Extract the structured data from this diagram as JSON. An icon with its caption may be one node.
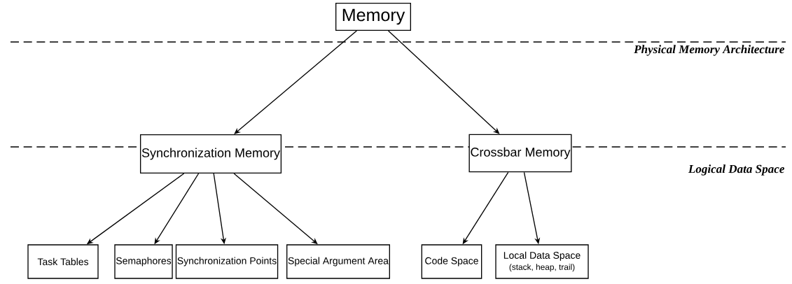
{
  "diagram": {
    "nodes": [
      {
        "text": [
          "Memory"
        ]
      },
      {
        "text": [
          "Synchronization Memory"
        ]
      },
      {
        "text": [
          "Crossbar Memory"
        ]
      },
      {
        "text": [
          "Task Tables"
        ]
      },
      {
        "text": [
          "Semaphores"
        ]
      },
      {
        "text": [
          "Synchronization Points"
        ]
      },
      {
        "text": [
          "Special Argument Area"
        ]
      },
      {
        "text": [
          "Code Space"
        ]
      },
      {
        "text": [
          "Local Data Space",
          "(stack, heap, trail)"
        ]
      }
    ],
    "edges": [
      {
        "from": 0,
        "to": 1,
        "arrow": "to"
      },
      {
        "from": 0,
        "to": 2,
        "arrow": "to"
      },
      {
        "from": 1,
        "to": 3,
        "arrow": "to"
      },
      {
        "from": 1,
        "to": 4,
        "arrow": "to"
      },
      {
        "from": 1,
        "to": 5,
        "arrow": "to"
      },
      {
        "from": 1,
        "to": 6,
        "arrow": "to"
      },
      {
        "from": 2,
        "to": 7,
        "arrow": "to"
      },
      {
        "from": 2,
        "to": 8,
        "arrow": "to"
      }
    ],
    "labels": [
      "Physical Memory Architecture",
      "Logical Data Space"
    ]
  }
}
